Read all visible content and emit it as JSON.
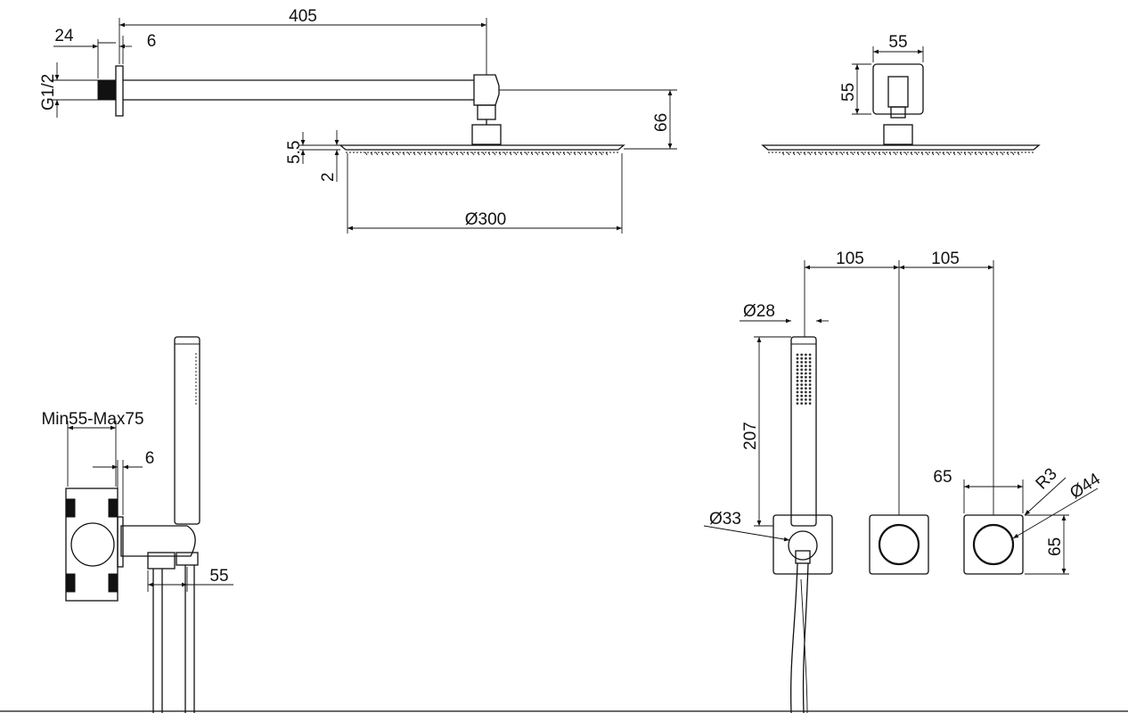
{
  "colors": {
    "line": "#111111",
    "background": "#ffffff"
  },
  "top_left_view": {
    "dims": {
      "arm_length": "405",
      "flange_offset": "24",
      "flange_thickness": "6",
      "thread": "G1/2",
      "height": "66",
      "plate_thickness": "5.5",
      "edge": "2",
      "diameter": "Ø300"
    }
  },
  "top_right_view": {
    "dims": {
      "width": "55",
      "height": "55"
    }
  },
  "bottom_left_view": {
    "dims": {
      "depth": "Min55-Max75",
      "plate": "6",
      "outlet": "55"
    }
  },
  "bottom_right_view": {
    "dims": {
      "spacing_1": "105",
      "spacing_2": "105",
      "handle_diameter": "Ø28",
      "handle_length": "207",
      "outlet_diameter": "Ø33",
      "plate_width": "65",
      "corner_radius": "R3",
      "knob_diameter": "Ø44",
      "plate_height": "65"
    }
  }
}
